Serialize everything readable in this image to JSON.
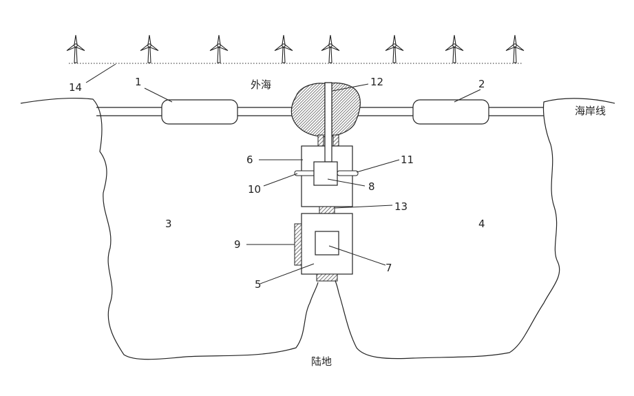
{
  "labels": {
    "n1": "1",
    "n2": "2",
    "n3": "3",
    "n4": "4",
    "n5": "5",
    "n6": "6",
    "n7": "7",
    "n8": "8",
    "n9": "9",
    "n10": "10",
    "n11": "11",
    "n12": "12",
    "n13": "13",
    "n14": "14",
    "outer_sea": "外海",
    "coastline": "海岸线",
    "land": "陆地"
  },
  "turbine_count": 8,
  "colors": {
    "line": "#222222",
    "hatch": "#555555"
  }
}
